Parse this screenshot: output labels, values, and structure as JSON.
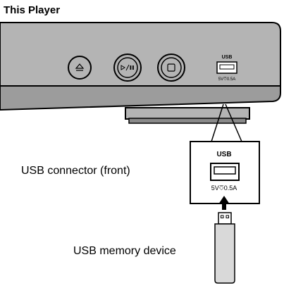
{
  "title": "This Player",
  "player": {
    "usb_port_label": "USB",
    "usb_port_rating": "5V⎏0.5A",
    "eject_icon": "eject-icon",
    "play_pause_icon": "play-pause-icon",
    "stop_icon": "stop-icon"
  },
  "callout": {
    "usb_label": "USB",
    "rating": "5V⎏0.5A"
  },
  "labels": {
    "usb_connector": "USB connector (front)",
    "usb_memory": "USB memory device"
  },
  "colors": {
    "panel": "#b4b4b4",
    "panel_dark": "#8a8a8a",
    "outline": "#000000",
    "usb_port_fill": "#ffffff",
    "usb_stick_fill": "#d9d9d9"
  }
}
